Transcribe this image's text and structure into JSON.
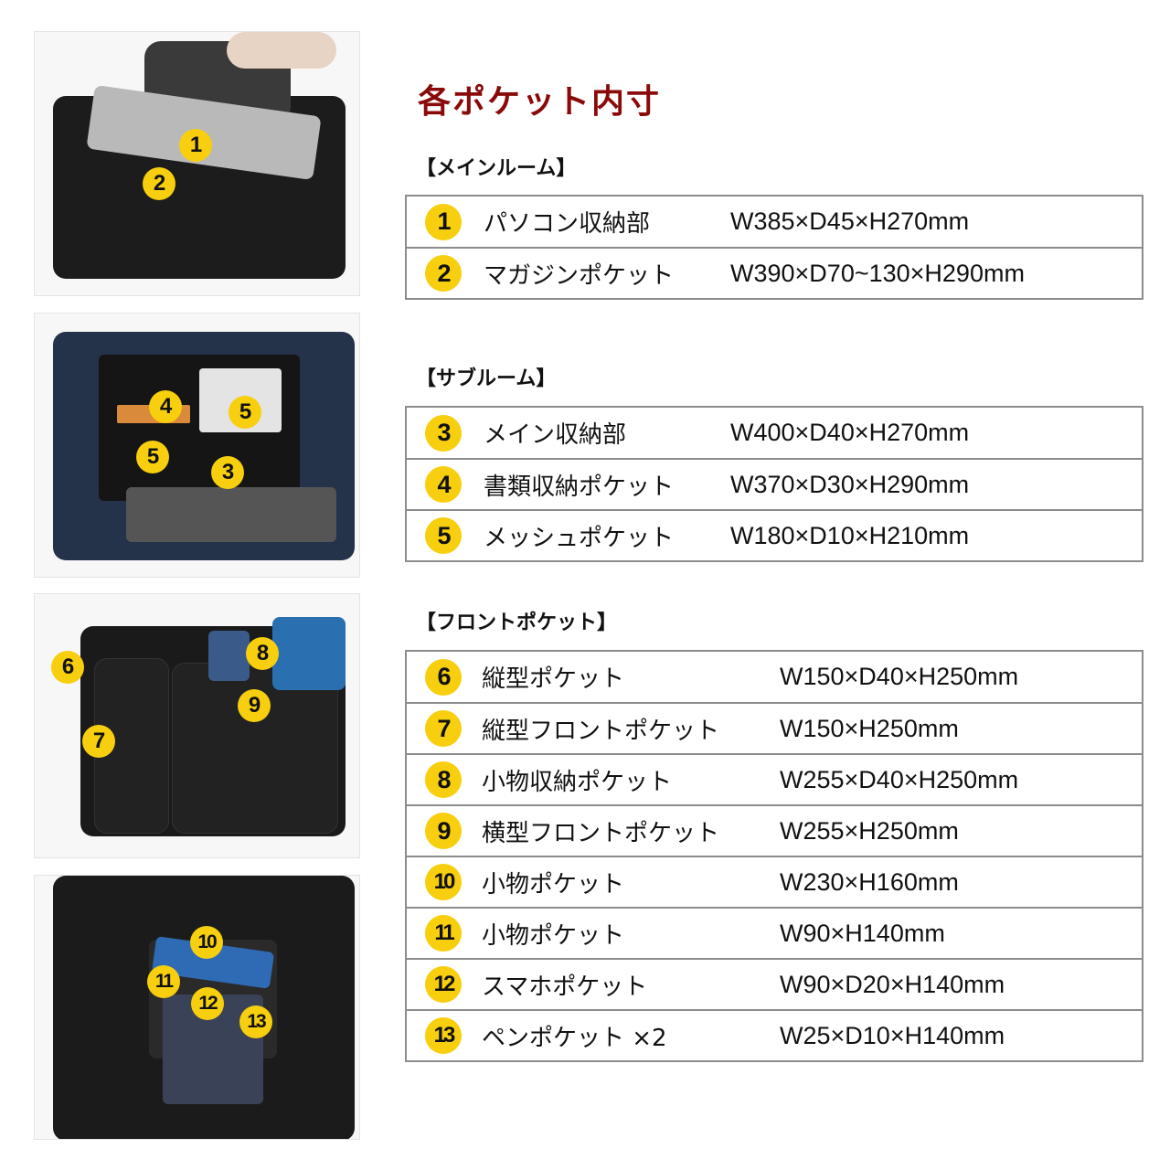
{
  "page": {
    "title": "各ポケット内寸",
    "accent_color": "#8a0a0a",
    "marker_color": "#f7cf0e"
  },
  "photos": [
    {
      "name": "main-room-photo",
      "markers": [
        "1",
        "2"
      ]
    },
    {
      "name": "sub-room-photo",
      "markers": [
        "4",
        "5",
        "5",
        "3"
      ]
    },
    {
      "name": "front-pocket-photo",
      "markers": [
        "6",
        "8",
        "9",
        "7"
      ]
    },
    {
      "name": "front-inner-photo",
      "markers": [
        "10",
        "11",
        "12",
        "13"
      ]
    }
  ],
  "sections": [
    {
      "label": "【メインルーム】",
      "rows": [
        {
          "num": "1",
          "name": "パソコン収納部",
          "dims": "W385×D45×H270mm"
        },
        {
          "num": "2",
          "name": "マガジンポケット",
          "dims": "W390×D70~130×H290mm"
        }
      ]
    },
    {
      "label": "【サブルーム】",
      "rows": [
        {
          "num": "3",
          "name": "メイン収納部",
          "dims": "W400×D40×H270mm"
        },
        {
          "num": "4",
          "name": "書類収納ポケット",
          "dims": "W370×D30×H290mm"
        },
        {
          "num": "5",
          "name": "メッシュポケット",
          "dims": "W180×D10×H210mm"
        }
      ]
    },
    {
      "label": "【フロントポケット】",
      "rows": [
        {
          "num": "6",
          "name": "縦型ポケット",
          "dims": "W150×D40×H250mm"
        },
        {
          "num": "7",
          "name": "縦型フロントポケット",
          "dims": "W150×H250mm"
        },
        {
          "num": "8",
          "name": "小物収納ポケット",
          "dims": "W255×D40×H250mm"
        },
        {
          "num": "9",
          "name": "横型フロントポケット",
          "dims": "W255×H250mm"
        },
        {
          "num": "10",
          "name": "小物ポケット",
          "dims": "W230×H160mm"
        },
        {
          "num": "11",
          "name": "小物ポケット",
          "dims": "W90×H140mm"
        },
        {
          "num": "12",
          "name": "スマホポケット",
          "dims": "W90×D20×H140mm"
        },
        {
          "num": "13",
          "name": "ペンポケット ×2",
          "dims": "W25×D10×H140mm"
        }
      ]
    }
  ]
}
